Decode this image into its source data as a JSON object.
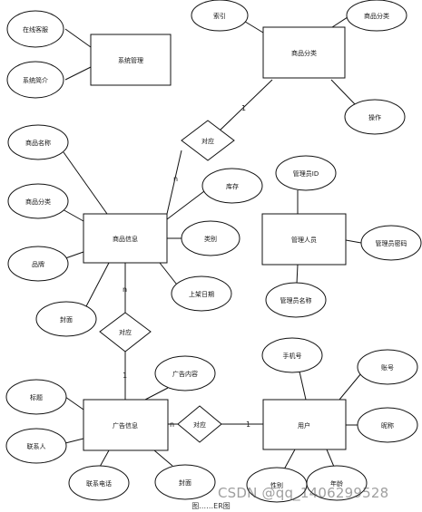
{
  "diagram": {
    "entities": {
      "system_admin": "系统管理",
      "goods_category": "商品分类",
      "goods_info": "商品信息",
      "admin_user": "管理人员",
      "ad_info": "广告信息",
      "user": "用户"
    },
    "relationships": {
      "goods_rel": "对应",
      "goods_ad_rel": "对应",
      "ad_user_rel": "对应"
    },
    "attributes": {
      "online_support": "在线客服",
      "system_intro": "系统简介",
      "cat_index": "索引",
      "cat_name": "商品分类",
      "cat_op": "操作",
      "goods_name": "商品名称",
      "goods_cat": "商品分类",
      "goods_brand": "品牌",
      "goods_cover": "封面",
      "goods_stock": "库存",
      "goods_type": "类别",
      "goods_date": "上架日期",
      "admin_id": "管理员ID",
      "admin_pwd": "管理员密码",
      "admin_name": "管理员名称",
      "ad_content": "广告内容",
      "ad_title": "标题",
      "ad_contact": "联系人",
      "ad_phone": "联系电话",
      "ad_cover": "封面",
      "user_phone": "手机号",
      "user_account": "账号",
      "user_nick": "昵称",
      "user_gender": "性别",
      "user_age": "年龄"
    },
    "cardinalities": {
      "cat_one": "1",
      "goods_n": "n",
      "goods_n2": "n",
      "ad_one": "1",
      "ad_n": "n",
      "user_one": "1"
    },
    "caption": "图……ER图",
    "watermark": "CSDN @qq_1406299528"
  }
}
